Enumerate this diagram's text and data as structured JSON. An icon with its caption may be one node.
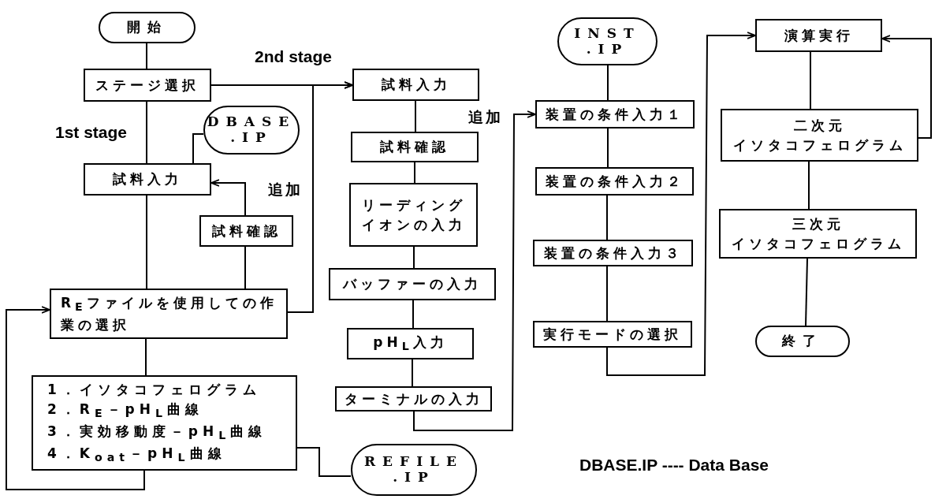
{
  "diagram": {
    "nodes": [
      {
        "text": [
          "開始"
        ]
      },
      {
        "text": [
          "ステージ選択"
        ]
      },
      {
        "text": [
          "DBASE",
          ".IP"
        ]
      },
      {
        "text": [
          "試料入力"
        ]
      },
      {
        "text": [
          "試料確認"
        ]
      },
      {
        "text": [
          "R$_{E}$ファイルを使用しての作業の選択"
        ]
      },
      {
        "text": [
          "1．イソタコフェログラム",
          "2．R$_{E}$－pH$_{L}$曲線",
          "3．実効移動度－pH$_{L}$曲線",
          "4．K$_{oat}$－pH$_{L}$曲線"
        ]
      },
      {
        "text": [
          "REFILE",
          ".IP"
        ]
      },
      {
        "text": [
          "試料入力"
        ]
      },
      {
        "text": [
          "試料確認"
        ]
      },
      {
        "text": [
          "リーディングイオンの入力"
        ]
      },
      {
        "text": [
          "バッファーの入力"
        ]
      },
      {
        "text": [
          "pH$_{L}$入力"
        ]
      },
      {
        "text": [
          "ターミナルの入力"
        ]
      },
      {
        "text": [
          "INST",
          ".IP"
        ]
      },
      {
        "text": [
          "装置の条件入力１"
        ]
      },
      {
        "text": [
          "装置の条件入力２"
        ]
      },
      {
        "text": [
          "装置の条件入力３"
        ]
      },
      {
        "text": [
          "実行モードの選択"
        ]
      },
      {
        "text": [
          "演算実行"
        ]
      },
      {
        "text": [
          "二次元",
          "イソタコフェログラム"
        ]
      },
      {
        "text": [
          "三次元",
          "イソタコフェログラム"
        ]
      },
      {
        "text": [
          "終了"
        ]
      }
    ],
    "edges": [
      {
        "from": 0,
        "to": 1,
        "arrow": "none"
      },
      {
        "from": 1,
        "to": 3,
        "arrow": "none"
      },
      {
        "from": 1,
        "to": 8,
        "arrow": "to"
      },
      {
        "from": 3,
        "to": 2,
        "arrow": "none"
      },
      {
        "from": 4,
        "to": 3,
        "arrow": "to"
      },
      {
        "from": 3,
        "to": 5,
        "arrow": "none"
      },
      {
        "from": 4,
        "to": 5,
        "arrow": "none"
      },
      {
        "from": 5,
        "to": 8,
        "arrow": "to"
      },
      {
        "from": 5,
        "to": 6,
        "arrow": "none"
      },
      {
        "from": 6,
        "to": 5,
        "arrow": "to"
      },
      {
        "from": 6,
        "to": 7,
        "arrow": "none"
      },
      {
        "from": 8,
        "to": 9,
        "arrow": "none"
      },
      {
        "from": 9,
        "to": 10,
        "arrow": "none"
      },
      {
        "from": 10,
        "to": 11,
        "arrow": "none"
      },
      {
        "from": 11,
        "to": 12,
        "arrow": "none"
      },
      {
        "from": 12,
        "to": 13,
        "arrow": "none"
      },
      {
        "from": 13,
        "to": 15,
        "arrow": "to"
      },
      {
        "from": 14,
        "to": 15,
        "arrow": "none"
      },
      {
        "from": 15,
        "to": 16,
        "arrow": "none"
      },
      {
        "from": 16,
        "to": 17,
        "arrow": "none"
      },
      {
        "from": 17,
        "to": 18,
        "arrow": "none"
      },
      {
        "from": 18,
        "to": 19,
        "arrow": "to"
      },
      {
        "from": 19,
        "to": 20,
        "arrow": "none"
      },
      {
        "from": 20,
        "to": 21,
        "arrow": "none"
      },
      {
        "from": 21,
        "to": 22,
        "arrow": "none"
      },
      {
        "from": 20,
        "to": 19,
        "arrow": "to"
      }
    ],
    "labels": [
      "2nd stage",
      "1st stage",
      "追加",
      "追加",
      "DBASE.IP ---- Data Base"
    ]
  }
}
